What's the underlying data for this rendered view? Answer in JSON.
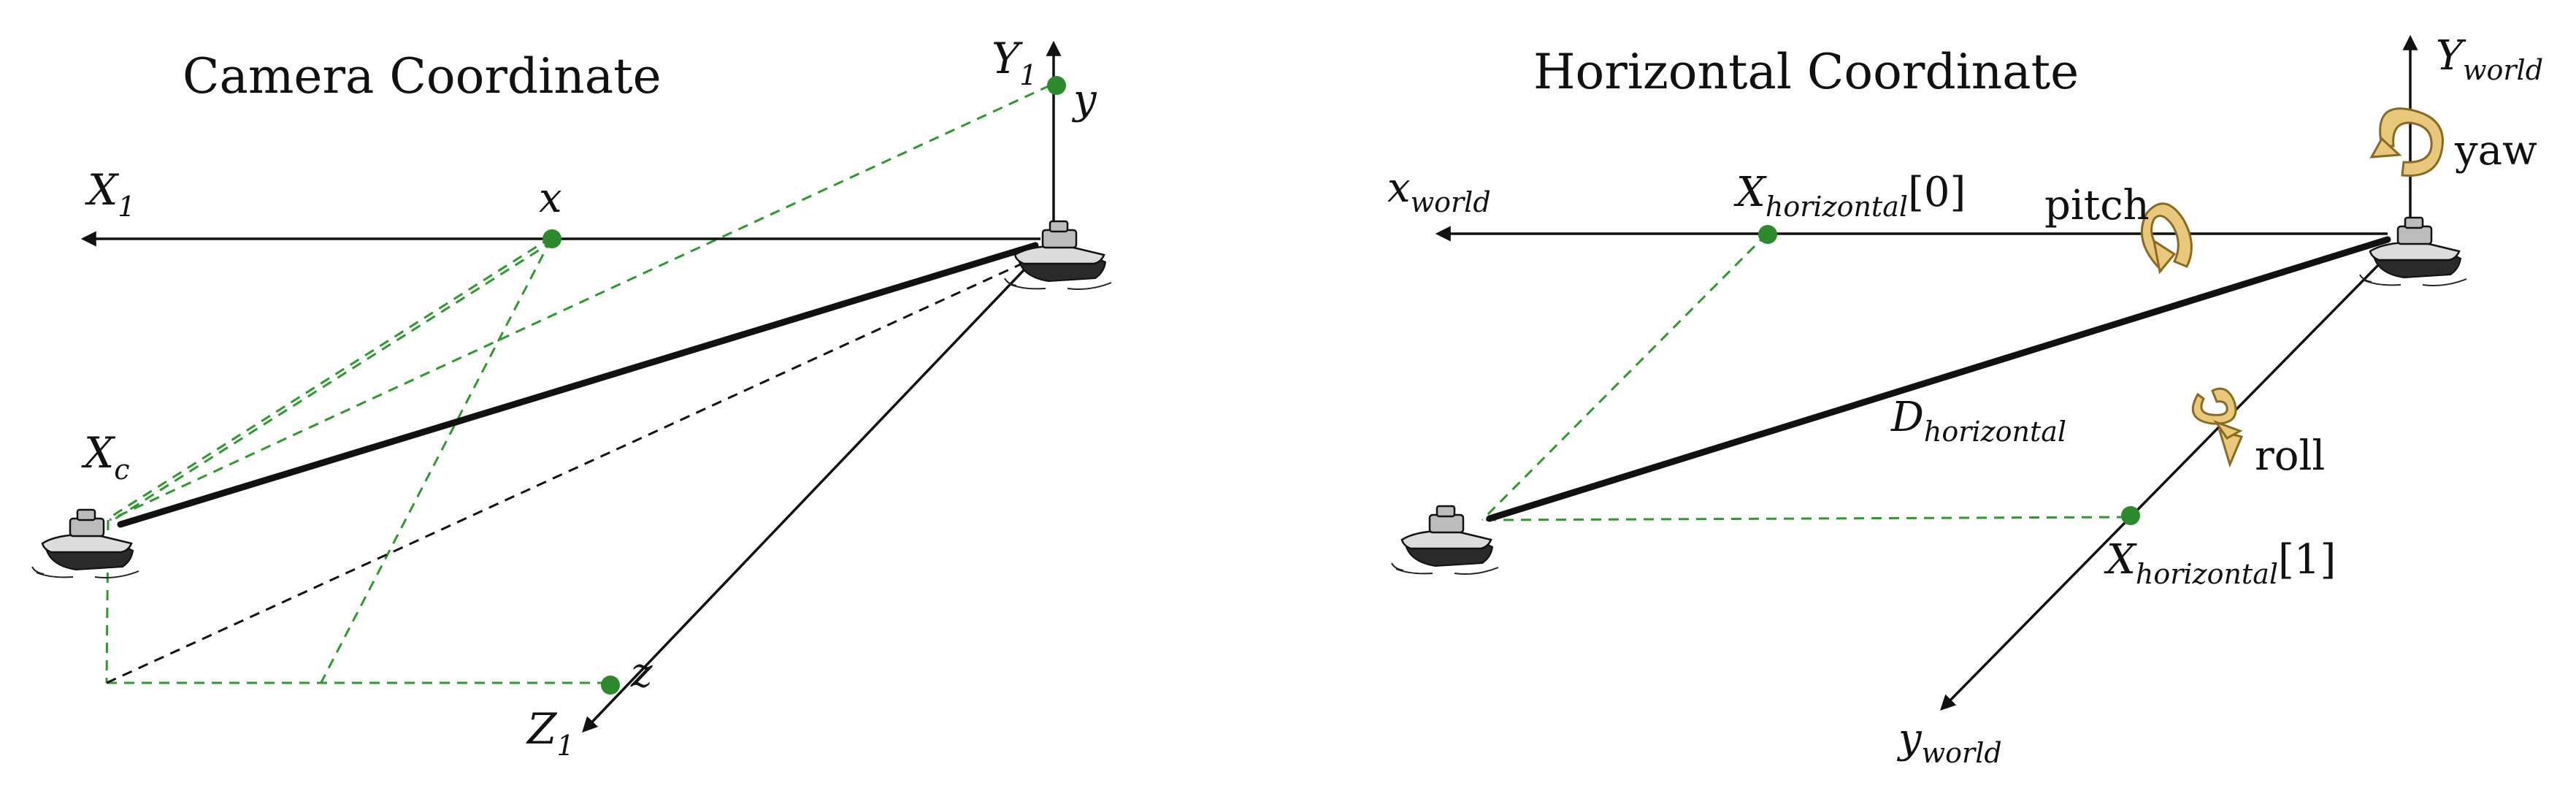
{
  "left_panel": {
    "title": "Camera Coordinate",
    "axes": {
      "x_axis": {
        "main": "X",
        "sub": "1"
      },
      "y_axis": {
        "main": "Y",
        "sub": "1"
      },
      "z_axis": {
        "main": "Z",
        "sub": "1"
      }
    },
    "points": {
      "x": "x",
      "y": "y",
      "z": "z"
    },
    "target": {
      "main": "X",
      "sub": "c"
    }
  },
  "right_panel": {
    "title": "Horizontal Coordinate",
    "axes": {
      "x_world": {
        "main": "x",
        "sub": "world"
      },
      "y_world": {
        "main": "y",
        "sub": "world"
      },
      "Y_world": {
        "main": "Y",
        "sub": "world"
      }
    },
    "points": {
      "h0": {
        "main": "X",
        "sub": "horizontal",
        "suffix": "[0]"
      },
      "h1": {
        "main": "X",
        "sub": "horizontal",
        "suffix": "[1]"
      }
    },
    "distance": {
      "main": "D",
      "sub": "horizontal"
    },
    "rotations": {
      "pitch": "pitch",
      "yaw": "yaw",
      "roll": "roll"
    }
  },
  "colors": {
    "projection_dash": "#2e9a2e",
    "point": "#2c8a2c",
    "rotation_arrow": "#e8c97b",
    "line": "#111111"
  },
  "icons": [
    "boat-icon",
    "pitch-rotation-icon",
    "yaw-rotation-icon",
    "roll-rotation-icon"
  ]
}
